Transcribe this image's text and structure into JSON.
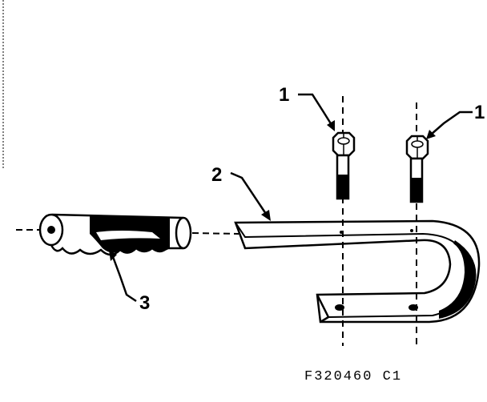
{
  "diagram": {
    "callouts": {
      "bolt_left": "1",
      "bolt_right": "1",
      "bracket": "2",
      "grip": "3"
    },
    "figure_code": "F320460 C1"
  },
  "colors": {
    "ink": "#000000",
    "paper": "#ffffff"
  }
}
